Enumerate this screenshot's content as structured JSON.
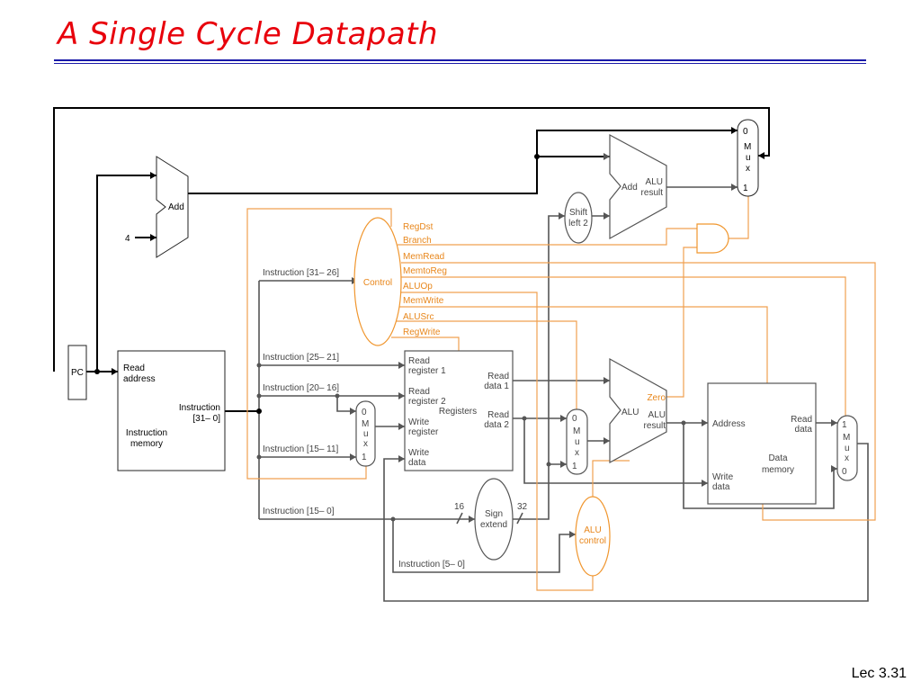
{
  "slide": {
    "title": "A Single Cycle Datapath",
    "footer": "Lec 3.31"
  },
  "pc": {
    "label": "PC"
  },
  "adder_pc": {
    "label": "Add",
    "const": "4"
  },
  "adder_branch": {
    "label": "Add",
    "result": [
      "ALU",
      "result"
    ]
  },
  "shift": {
    "lines": [
      "Shift",
      "left 2"
    ]
  },
  "control": {
    "label": "Control"
  },
  "control_signals": [
    "RegDst",
    "Branch",
    "MemRead",
    "MemtoReg",
    "ALUOp",
    "MemWrite",
    "ALUSrc",
    "RegWrite"
  ],
  "imem": {
    "read_address": [
      "Read",
      "address"
    ],
    "instruction": [
      "Instruction",
      "[31– 0]"
    ],
    "name": [
      "Instruction",
      "memory"
    ]
  },
  "instr_fields": {
    "f31_26": "Instruction [31– 26]",
    "f25_21": "Instruction [25– 21]",
    "f20_16": "Instruction [20– 16]",
    "f15_11": "Instruction [15– 11]",
    "f15_0": "Instruction [15– 0]",
    "f5_0": "Instruction [5– 0]"
  },
  "regs": {
    "rr1": [
      "Read",
      "register 1"
    ],
    "rr2": [
      "Read",
      "register 2"
    ],
    "wr": [
      "Write",
      "register"
    ],
    "wd": [
      "Write",
      "data"
    ],
    "rd1": [
      "Read",
      "data 1"
    ],
    "rd2": [
      "Read",
      "data 2"
    ],
    "name": "Registers"
  },
  "mux_top": [
    "0",
    "M",
    "u",
    "x",
    "1"
  ],
  "mux_regdst": [
    "0",
    "M",
    "u",
    "x",
    "1"
  ],
  "mux_alusrc": [
    "0",
    "M",
    "u",
    "x",
    "1"
  ],
  "mux_memtoreg": [
    "1",
    "M",
    "u",
    "x",
    "0"
  ],
  "alu": {
    "label": "ALU",
    "zero": "Zero",
    "result": [
      "ALU",
      "result"
    ]
  },
  "alu_control": [
    "ALU",
    "control"
  ],
  "sign_extend": {
    "lines": [
      "Sign",
      "extend"
    ],
    "in_bits": "16",
    "out_bits": "32"
  },
  "dmem": {
    "address": "Address",
    "read_data": [
      "Read",
      "data"
    ],
    "write_data": [
      "Write",
      "data"
    ],
    "name": [
      "Data",
      "memory"
    ]
  }
}
